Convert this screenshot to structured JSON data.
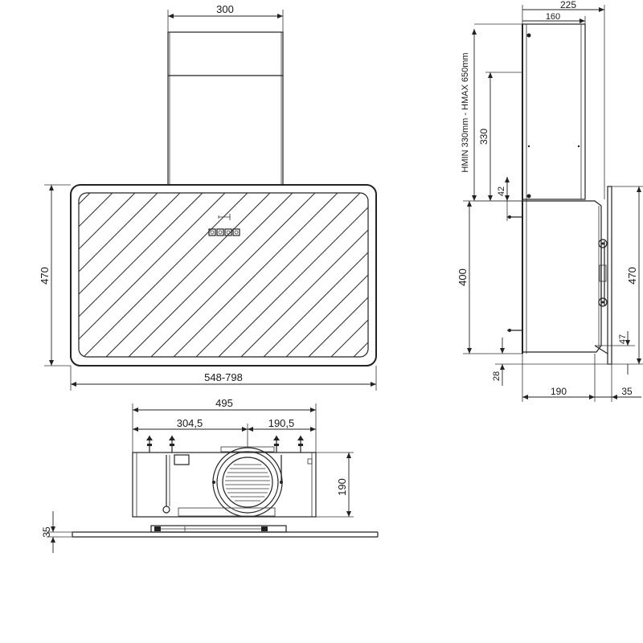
{
  "labels": {
    "chimney_width": "300",
    "hood_height_front": "470",
    "hood_width": "548-798",
    "chimney_depth": "225",
    "chimney_depth_inner": "160",
    "height_range": "HMIN 330mm - HMAX 650mm",
    "dim_330": "330",
    "dim_42": "42",
    "dim_400": "400",
    "hood_height_side": "470",
    "dim_47": "47",
    "dim_28": "28",
    "dim_190_side": "190",
    "dim_35_side": "35",
    "motor_width": "495",
    "motor_left": "304,5",
    "motor_right": "190,5",
    "motor_height": "190",
    "glass_thickness": "35"
  },
  "colors": {
    "line": "#222222",
    "background": "#ffffff"
  }
}
